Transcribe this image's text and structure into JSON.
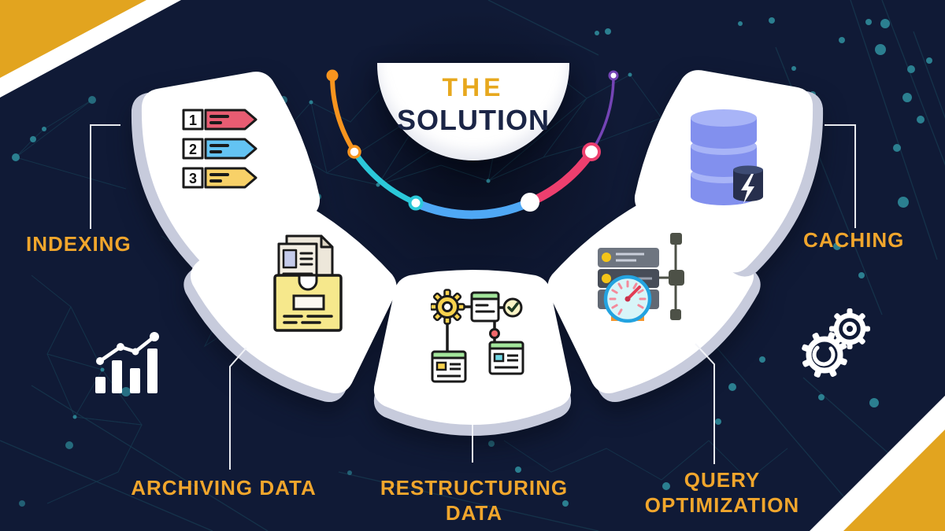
{
  "title": {
    "the": "THE",
    "solution": "SOLUTION"
  },
  "items": [
    {
      "id": "indexing",
      "lines": [
        "INDEXING"
      ],
      "icon": "numbered-list-arrows-icon"
    },
    {
      "id": "archiving-data",
      "lines": [
        "ARCHIVING DATA"
      ],
      "icon": "archive-drawer-documents-icon"
    },
    {
      "id": "restructuring-data",
      "lines": [
        "RESTRUCTURING",
        "DATA"
      ],
      "icon": "gear-flowchart-icon"
    },
    {
      "id": "query-optimization",
      "lines": [
        "QUERY",
        "OPTIMIZATION"
      ],
      "icon": "server-speedometer-icon"
    },
    {
      "id": "caching",
      "lines": [
        "CACHING"
      ],
      "icon": "database-stack-lightning-icon"
    }
  ],
  "indexing_numbers": [
    "1",
    "2",
    "3"
  ],
  "decor_icons": [
    "bar-chart-trend-icon",
    "double-gears-icon"
  ],
  "colors": {
    "background": "#101A36",
    "gold_label": "#F1A62C",
    "gold_corner": "#E2A41F",
    "title_dark": "#1B2546",
    "card": "#FFFFFF",
    "card_edge": "#C7CBDC",
    "arc_orange": "#F7941E",
    "arc_teal": "#2BC8D9",
    "arc_blue": "#4FA8F5",
    "arc_pink": "#ED3F6E",
    "arc_purple": "#7444B5",
    "mesh_teal": "#2B7F90"
  }
}
